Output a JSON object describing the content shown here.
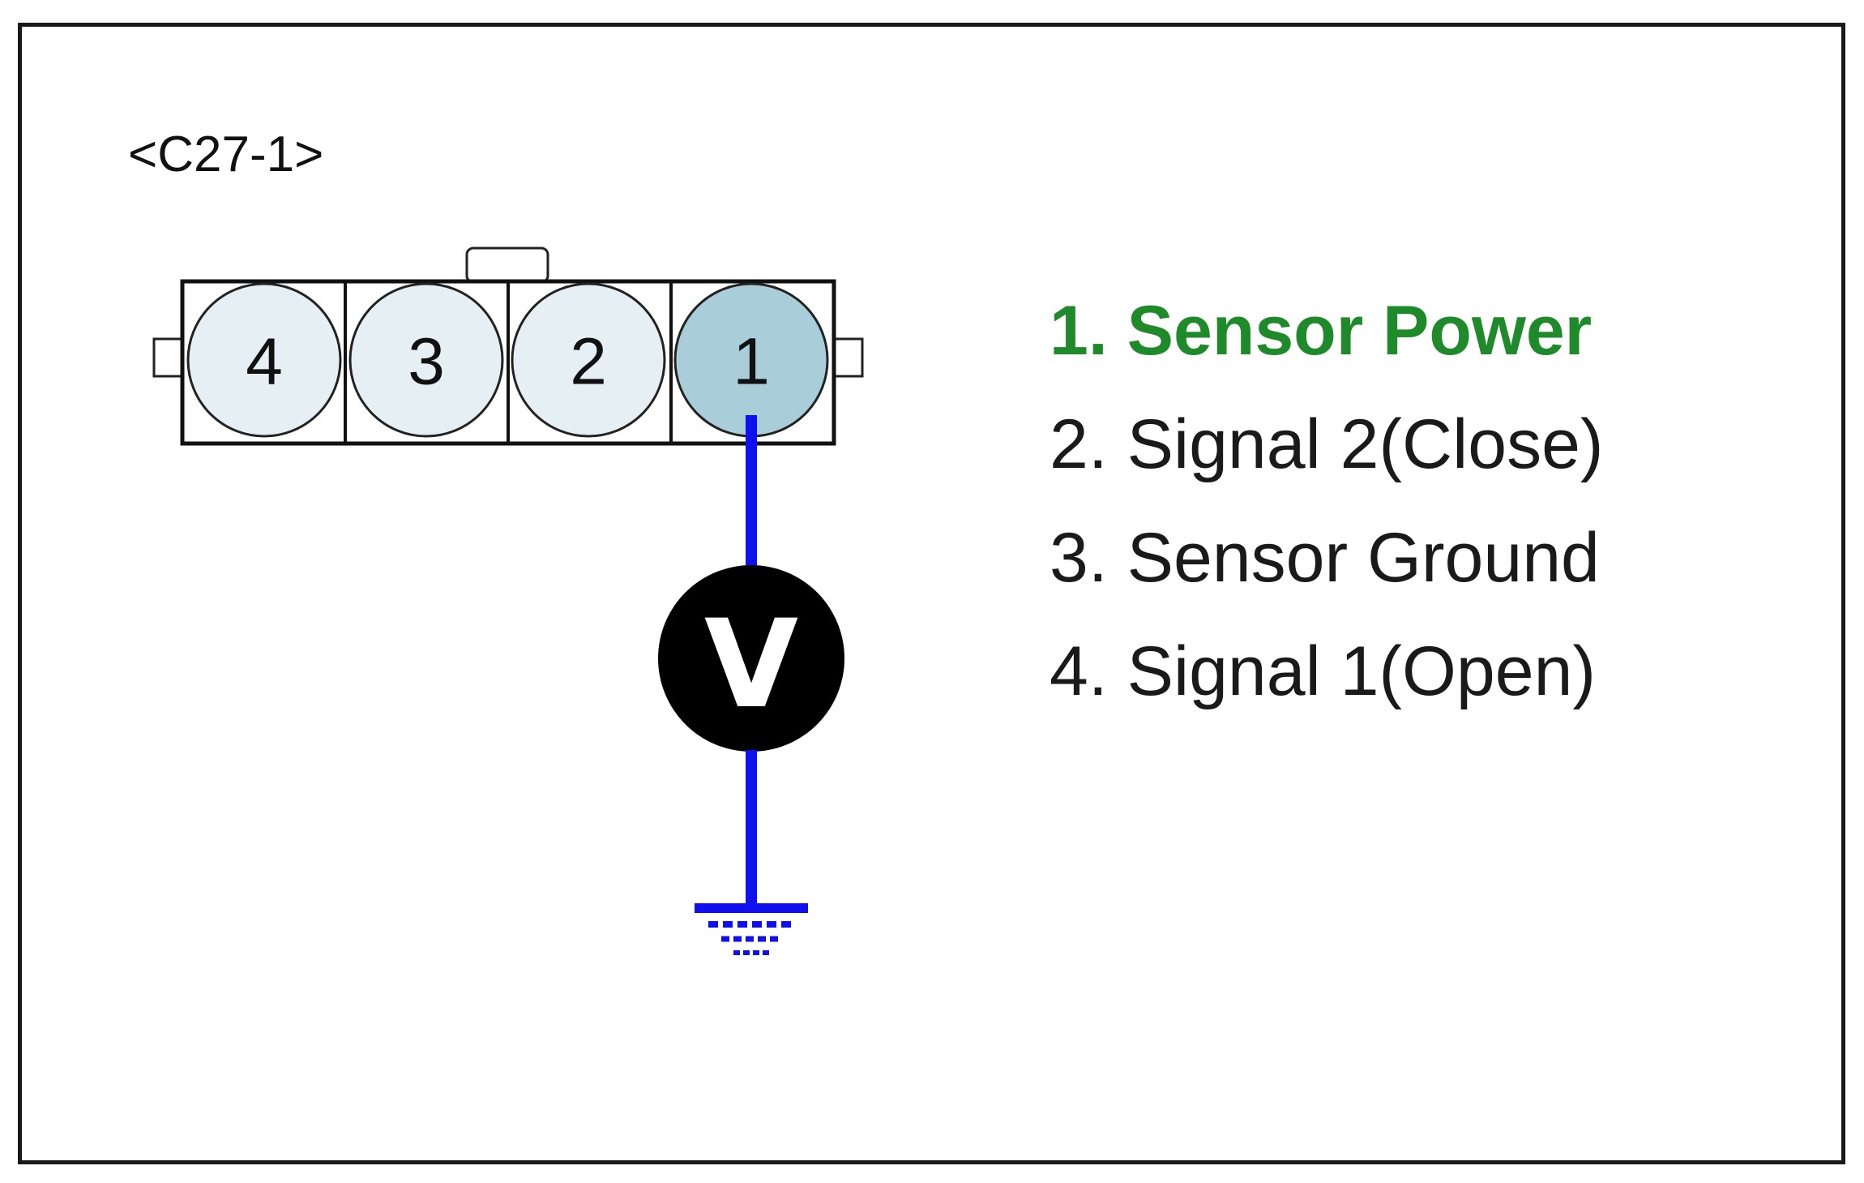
{
  "connector": {
    "id_label": "<C27-1>"
  },
  "pins": [
    {
      "label": "4"
    },
    {
      "label": "3"
    },
    {
      "label": "2"
    },
    {
      "label": "1"
    }
  ],
  "meter": {
    "symbol": "V"
  },
  "legend": {
    "items": [
      {
        "text": "1. Sensor Power",
        "highlighted": true
      },
      {
        "text": "2. Signal 2(Close)",
        "highlighted": false
      },
      {
        "text": "3. Sensor Ground",
        "highlighted": false
      },
      {
        "text": "4. Signal 1(Open)",
        "highlighted": false
      }
    ]
  },
  "colors": {
    "highlight_text": "#1f8a2a",
    "wire": "#1010ee",
    "pin_fill": "#e6f0f4",
    "active_pin_fill": "#a9cdd9",
    "meter_fill": "#000000"
  }
}
